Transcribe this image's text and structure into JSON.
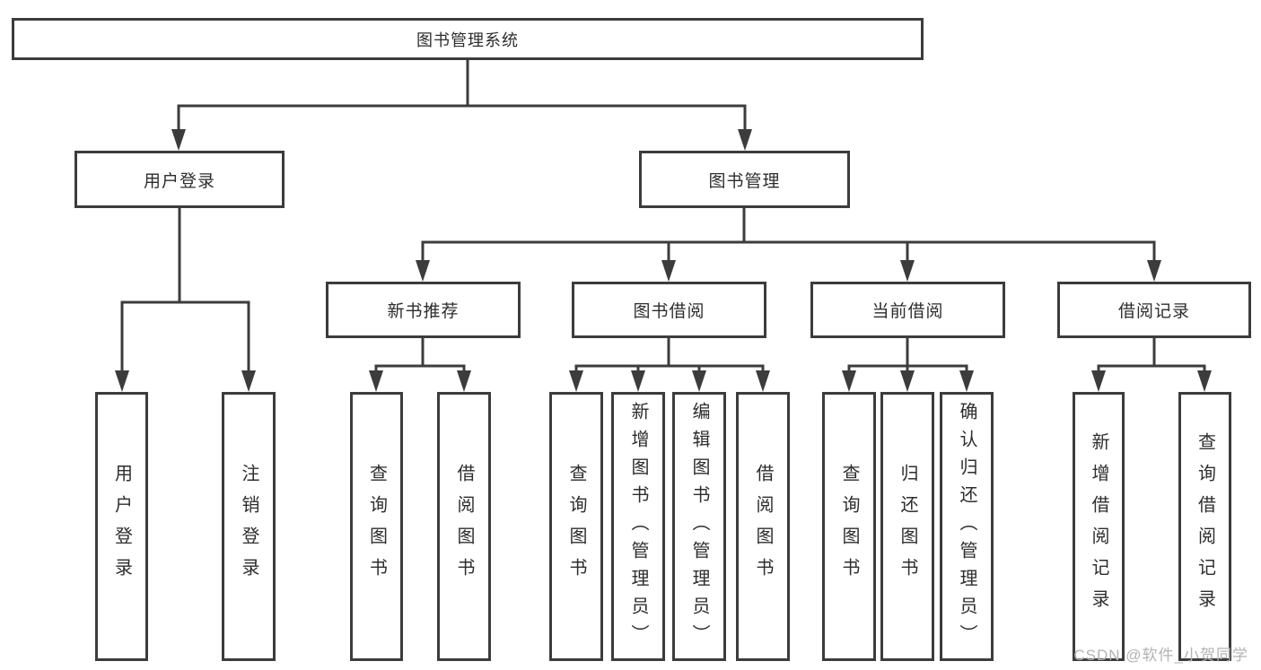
{
  "diagram_title": "图书管理系统",
  "nodes": {
    "root": {
      "label": "图书管理系统"
    },
    "user_login": {
      "label": "用户登录"
    },
    "book_mgmt": {
      "label": "图书管理"
    },
    "new_books": {
      "label": "新书推荐"
    },
    "book_borrow": {
      "label": "图书借阅"
    },
    "current_borrow": {
      "label": "当前借阅"
    },
    "borrow_records": {
      "label": "借阅记录"
    }
  },
  "leaves": [
    {
      "label": "用户登录"
    },
    {
      "label": "注销登录"
    },
    {
      "label": "查询图书"
    },
    {
      "label": "借阅图书"
    },
    {
      "label": "查询图书"
    },
    {
      "label": "新增图书（管理员）"
    },
    {
      "label": "编辑图书（管理员）"
    },
    {
      "label": "借阅图书"
    },
    {
      "label": "查询图书"
    },
    {
      "label": "归还图书"
    },
    {
      "label": "确认归还（管理员）"
    },
    {
      "label": "新增借阅记录"
    },
    {
      "label": "查询借阅记录"
    }
  ],
  "watermark": {
    "text": "CSDN @软件_小贺同学"
  },
  "colors": {
    "line": "#3c3c3c",
    "text": "#2d2d2d",
    "background": "#ffffff",
    "watermark": "#b3b3b3"
  }
}
